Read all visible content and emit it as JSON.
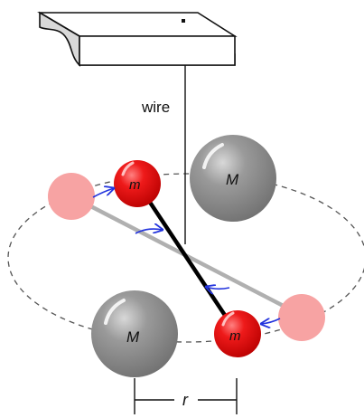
{
  "labels": {
    "wire": "wire",
    "large_mass": "M",
    "small_mass": "m",
    "distance": "r"
  },
  "colors": {
    "large_sphere": "#8c8c8c",
    "small_sphere": "#e8141b",
    "ghost_sphere": "#f7a3a3",
    "rod_current": "#000000",
    "rod_initial": "#b0b0b0",
    "force_arrow": "#2233dd",
    "orbit": "#555555",
    "support_top": "#ffffff",
    "support_side": "#d9d9d9"
  },
  "icons": {
    "support": "ceiling-mount-block",
    "arrow": "force-arrow"
  }
}
